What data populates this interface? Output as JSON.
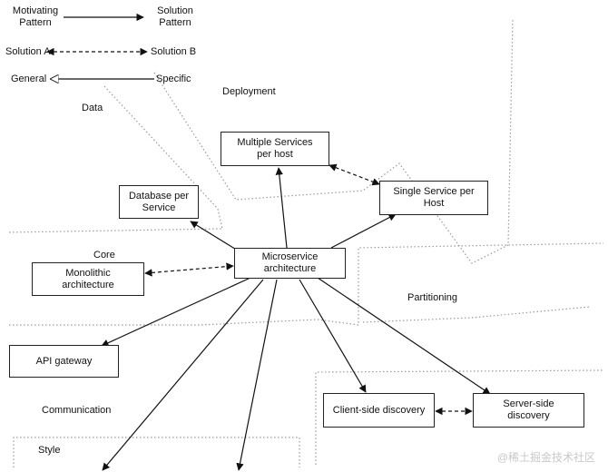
{
  "legend": {
    "motivating": "Motivating\nPattern",
    "solution": "Solution\nPattern",
    "solution_a": "Solution A",
    "solution_b": "Solution B",
    "general": "General",
    "specific": "Specific"
  },
  "regions": {
    "deployment": "Deployment",
    "data": "Data",
    "core": "Core",
    "partitioning": "Partitioning",
    "communication": "Communication",
    "style": "Style"
  },
  "nodes": {
    "multiple_services": "Multiple Services\nper host",
    "single_service": "Single Service per\nHost",
    "database_per_service": "Database per\nService",
    "microservice": "Microservice\narchitecture",
    "monolithic": "Monolithic\narchitecture",
    "api_gateway": "API gateway",
    "client_side": "Client-side discovery",
    "server_side": "Server-side\ndiscovery"
  },
  "watermark": "@稀土掘金技术社区"
}
